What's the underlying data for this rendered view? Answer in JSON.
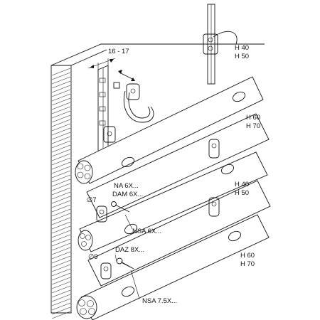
{
  "labels": {
    "dim_top": "16 - 17",
    "h40_a": "H 40",
    "h50_a": "H 50",
    "h60_a": "H 60",
    "h70_a": "H 70",
    "h40_b": "H 40",
    "h50_b": "H 50",
    "h60_b": "H 60",
    "h70_b": "H 70",
    "na": "NA 6X...",
    "dam": "DAM 6X...",
    "dia7": "∅7",
    "nsa6": "NSA 6X...",
    "dia9": "∅9",
    "daz": "DAZ 8X...",
    "nsa75": "NSA 7.5X..."
  }
}
